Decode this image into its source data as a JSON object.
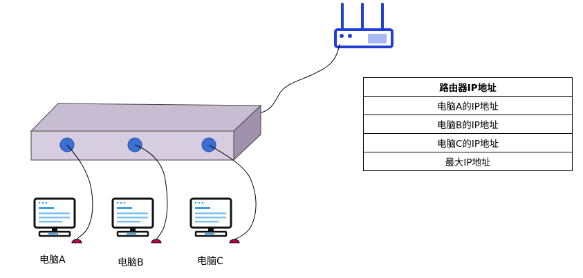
{
  "table": {
    "header": "路由器IP地址",
    "rows": [
      "电脑A的IP地址",
      "电脑B的IP地址",
      "电脑C的IP地址",
      "最大IP地址"
    ]
  },
  "computers": [
    {
      "label": "电脑A"
    },
    {
      "label": "电脑B"
    },
    {
      "label": "电脑C"
    }
  ],
  "colors": {
    "router": "#1f3fd6",
    "switch_front": "#d7cde0",
    "switch_top": "#c7bdd2",
    "switch_side": "#a091ad",
    "port": "#3b6fd4",
    "monitor_outline": "#111111",
    "monitor_accent": "#3aa0e8",
    "plug": "#c4004a"
  },
  "icons": [
    "router-icon",
    "switch-icon",
    "computer-icon"
  ]
}
